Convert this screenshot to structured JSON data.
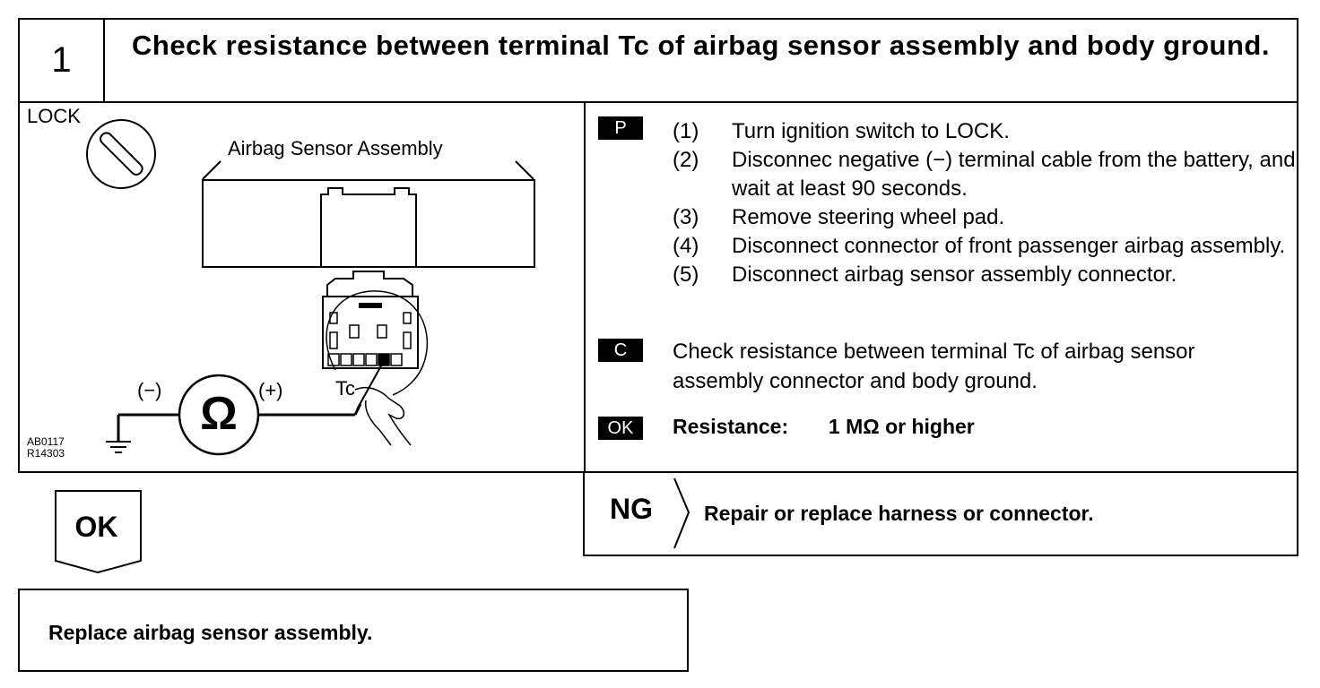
{
  "step": {
    "number": "1",
    "title": "Check resistance between terminal Tc of airbag sensor assembly and body ground."
  },
  "figure": {
    "lock_label": "LOCK",
    "sensor_label": "Airbag Sensor Assembly",
    "minus_label": "(−)",
    "plus_label": "(+)",
    "ohm_symbol": "Ω",
    "terminal_label": "Tc",
    "code_line1": "AB0117",
    "code_line2": "R14303"
  },
  "procedure": {
    "p_tag": "P",
    "steps": [
      {
        "n": "(1)",
        "text": "Turn ignition switch to LOCK."
      },
      {
        "n": "(2)",
        "text": "Disconnec negative (−) terminal cable from the battery, and wait at least 90 seconds."
      },
      {
        "n": "(3)",
        "text": "Remove steering wheel pad."
      },
      {
        "n": "(4)",
        "text": "Disconnect connector of front passenger airbag assembly."
      },
      {
        "n": "(5)",
        "text": "Disconnect airbag sensor assembly connector."
      }
    ],
    "c_tag": "C",
    "check_text": "Check resistance between terminal Tc of airbag sensor assembly connector and body ground.",
    "ok_tag": "OK",
    "result_label": "Resistance:",
    "result_value": "1 MΩ or higher"
  },
  "ng": {
    "label": "NG",
    "text": "Repair or replace harness or connector."
  },
  "ok": {
    "label": "OK"
  },
  "final": {
    "text": "Replace airbag sensor assembly."
  }
}
